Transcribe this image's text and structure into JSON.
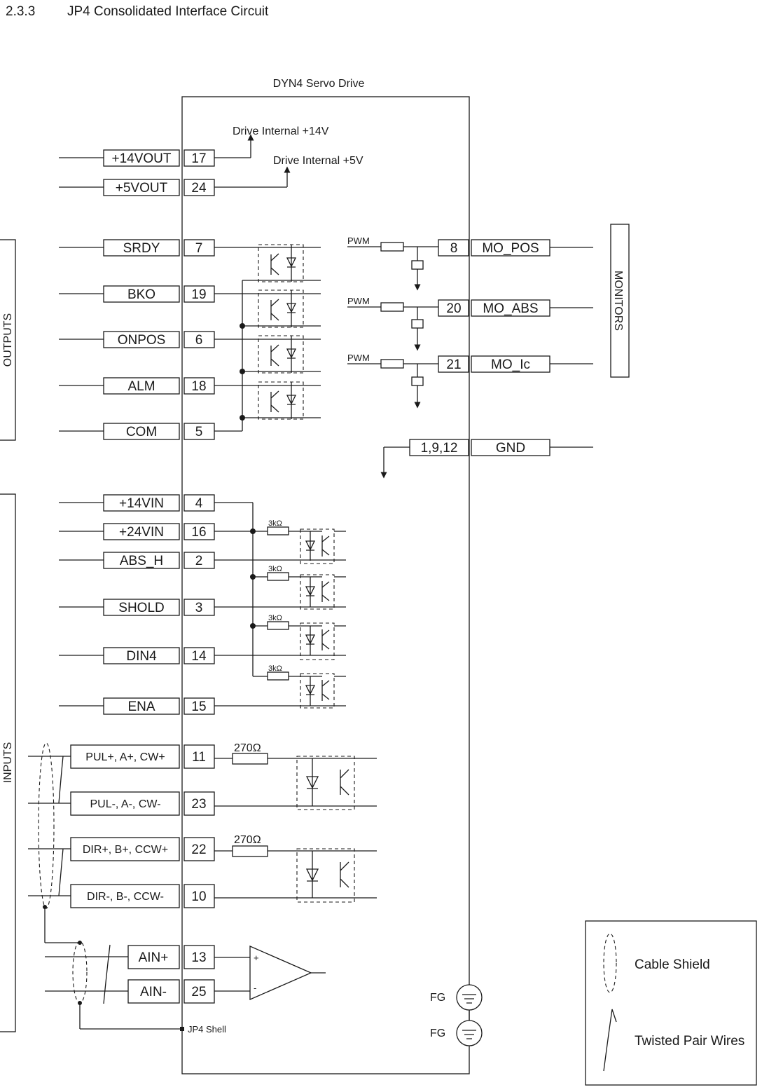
{
  "section": {
    "number": "2.3.3",
    "title": "JP4 Consolidated Interface Circuit"
  },
  "drive": {
    "title": "DYN4 Servo Drive",
    "internal_14v": "Drive Internal +14V",
    "internal_5v": "Drive Internal +5V",
    "shell": "JP4 Shell",
    "fg": [
      "FG",
      "FG"
    ]
  },
  "groups": {
    "outputs": "OUTPUTS",
    "inputs": "INPUTS",
    "monitors": "MONITORS"
  },
  "power_pins": [
    {
      "name": "+14VOUT",
      "pin": "17"
    },
    {
      "name": "+5VOUT",
      "pin": "24"
    }
  ],
  "output_pins": [
    {
      "name": "SRDY",
      "pin": "7"
    },
    {
      "name": "BKO",
      "pin": "19"
    },
    {
      "name": "ONPOS",
      "pin": "6"
    },
    {
      "name": "ALM",
      "pin": "18"
    },
    {
      "name": "COM",
      "pin": "5"
    }
  ],
  "monitor_pins": [
    {
      "name": "MO_POS",
      "pin": "8",
      "source": "PWM"
    },
    {
      "name": "MO_ABS",
      "pin": "20",
      "source": "PWM"
    },
    {
      "name": "MO_Ic",
      "pin": "21",
      "source": "PWM"
    }
  ],
  "gnd_pin": {
    "name": "GND",
    "pin": "1,9,12"
  },
  "input_pins": [
    {
      "name": "+14VIN",
      "pin": "4"
    },
    {
      "name": "+24VIN",
      "pin": "16"
    },
    {
      "name": "ABS_H",
      "pin": "2"
    },
    {
      "name": "SHOLD",
      "pin": "3"
    },
    {
      "name": "DIN4",
      "pin": "14"
    },
    {
      "name": "ENA",
      "pin": "15"
    }
  ],
  "resistor_small": "3kΩ",
  "resistor_large": "270Ω",
  "diff_pins": [
    {
      "name": "PUL+, A+, CW+",
      "pin": "11"
    },
    {
      "name": "PUL-, A-, CW-",
      "pin": "23"
    },
    {
      "name": "DIR+, B+, CCW+",
      "pin": "22"
    },
    {
      "name": "DIR-, B-, CCW-",
      "pin": "10"
    }
  ],
  "analog_pins": [
    {
      "name": "AIN+",
      "pin": "13"
    },
    {
      "name": "AIN-",
      "pin": "25"
    }
  ],
  "opamp": {
    "plus": "+",
    "minus": "-"
  },
  "legend": {
    "cable_shield": "Cable Shield",
    "twisted_pair": "Twisted Pair Wires"
  }
}
